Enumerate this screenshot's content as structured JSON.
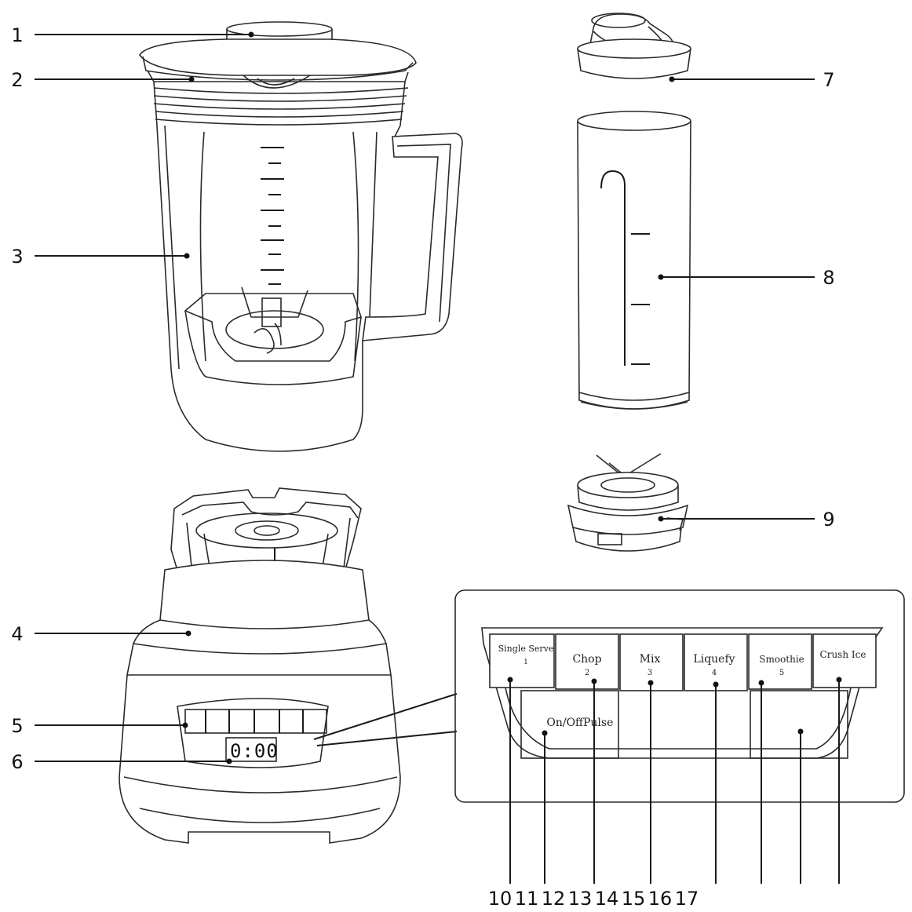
{
  "callouts_left": [
    "1",
    "2",
    "3",
    "4",
    "5",
    "6"
  ],
  "callouts_right": [
    "7",
    "8",
    "9"
  ],
  "callouts_bottom": [
    "10",
    "11",
    "12",
    "13",
    "14",
    "15",
    "16",
    "17"
  ],
  "display": {
    "time": "0:00"
  },
  "control_panel": {
    "presets": [
      {
        "label": "Single Serve",
        "num": "1"
      },
      {
        "label": "Chop",
        "num": "2"
      },
      {
        "label": "Mix",
        "num": "3"
      },
      {
        "label": "Liquefy",
        "num": "4"
      },
      {
        "label": "Smoothie",
        "num": "5"
      },
      {
        "label": "Crush Ice",
        "num": ""
      }
    ],
    "on_off": "On/Off",
    "pulse": "Pulse"
  }
}
